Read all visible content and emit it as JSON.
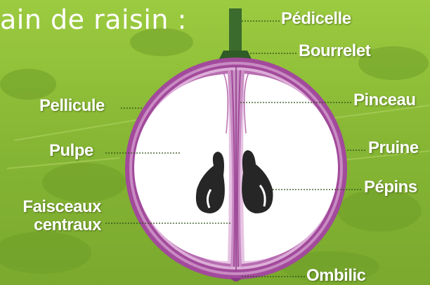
{
  "title": "ain de raisin :",
  "labels": {
    "pedicelle": "Pédicelle",
    "bourrelet": "Bourrelet",
    "pellicule": "Pellicule",
    "pinceau": "Pinceau",
    "pulpe": "Pulpe",
    "pruine": "Pruine",
    "pepins": "Pépins",
    "faisceaux_1": "Faisceaux",
    "faisceaux_2": "centraux",
    "ombilic": "Ombilic"
  },
  "colors": {
    "background": "#8fc03a",
    "background_shade": "#6f9e28",
    "skin": "#a24a9b",
    "skin_light": "#e7c3e4",
    "pulp": "#ffffff",
    "stem": "#3b6b2d",
    "seed": "#262626",
    "label": "#ffffff"
  }
}
